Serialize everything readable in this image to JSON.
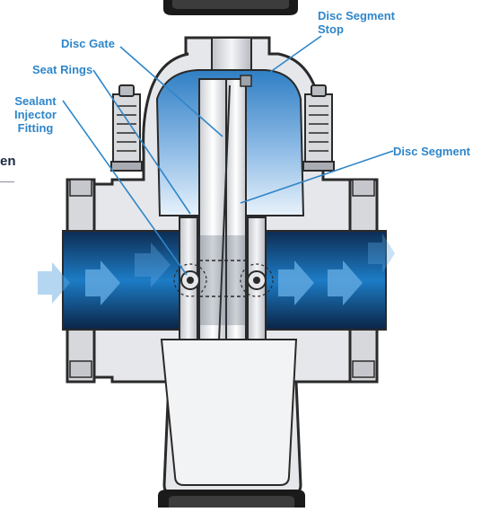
{
  "labels": {
    "disc_segment_stop_line1": "Disc Segment",
    "disc_segment_stop_line2": "Stop",
    "disc_gate": "Disc Gate",
    "seat_rings": "Seat Rings",
    "sealant_injector_line1": "Sealant",
    "sealant_injector_line2": "Injector",
    "sealant_injector_line3": "Fitting",
    "disc_segment": "Disc Segment"
  },
  "cropped_text": "en",
  "colors": {
    "label": "#2f86c9",
    "leader": "#2f86c9",
    "body_fill": "#e6e7ea",
    "body_stroke": "#2a2a2a",
    "cavity_top": "#2f7fc4",
    "cavity_bottom": "#e8f2fb",
    "pipe_dark": "#0d2c52",
    "pipe_mid": "#1d7cc6",
    "flow_arrow": "#5fa7e0"
  }
}
